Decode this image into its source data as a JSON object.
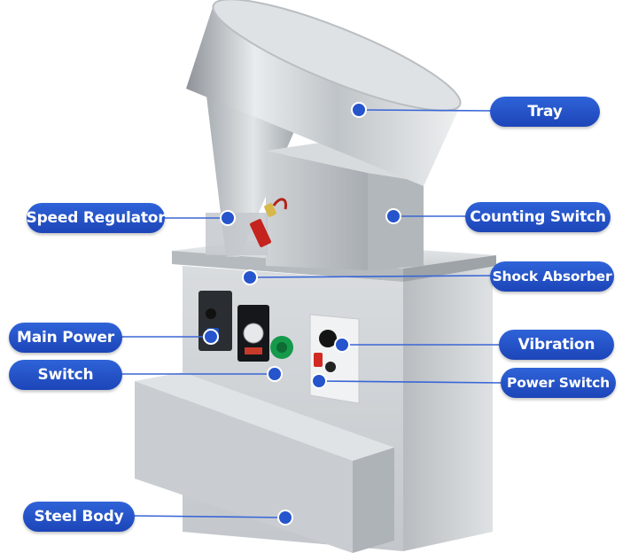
{
  "labels": {
    "tray": "Tray",
    "speed_regulator": "Speed Regulator",
    "counting_switch": "Counting Switch",
    "shock_absorber": "Shock Absorber",
    "main_power": "Main Power",
    "switch": "Switch",
    "vibration": "Vibration",
    "power_switch": "Power Switch",
    "steel_body": "Steel Body"
  },
  "colors": {
    "label_fill": "#2554cc",
    "leader_line": "#3a66d6",
    "steel": "#c9cdd1"
  }
}
